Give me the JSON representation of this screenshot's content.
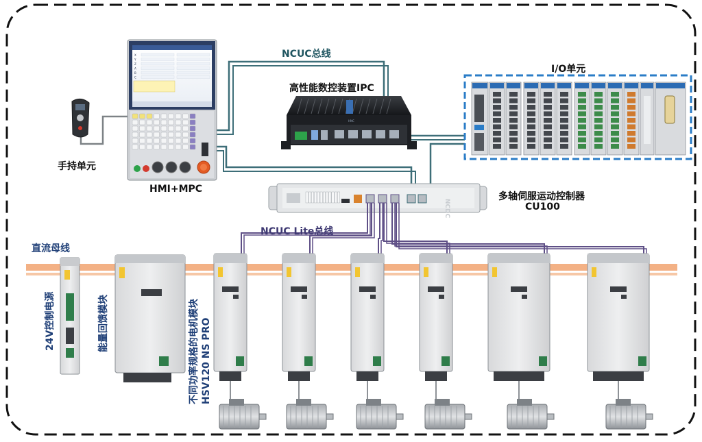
{
  "labels": {
    "ncuc_bus": "NCUC总线",
    "ipc": "高性能数控装置IPC",
    "io_unit": "I/O单元",
    "handheld": "手持单元",
    "hmi": "HMI+MPC",
    "cu100_name": "多轴伺服运动控制器",
    "cu100_model": "CU100",
    "ncuc_lite": "NCUC Lite总线",
    "dc_bus": "直流母线",
    "psu": "24V控制电源",
    "regen": "能量回馈模块",
    "motor_mod_1": "不同功率规格的电机模块",
    "motor_mod_2": "HSV120 NS PRO"
  },
  "hmi_screen": {
    "rows": [
      "X",
      "Y",
      "Z",
      "A",
      "B",
      "C"
    ]
  },
  "ipc_panel_text": "HNC",
  "cu100_brand": "NCDC",
  "colors": {
    "border": "#111111",
    "label_blue": "#1f3f77",
    "ncuc_cable": "#3d6e78",
    "lite_cable": "#5e4f86",
    "dc_bus": "#f3b185",
    "io_frame": "#2a7cc7"
  }
}
